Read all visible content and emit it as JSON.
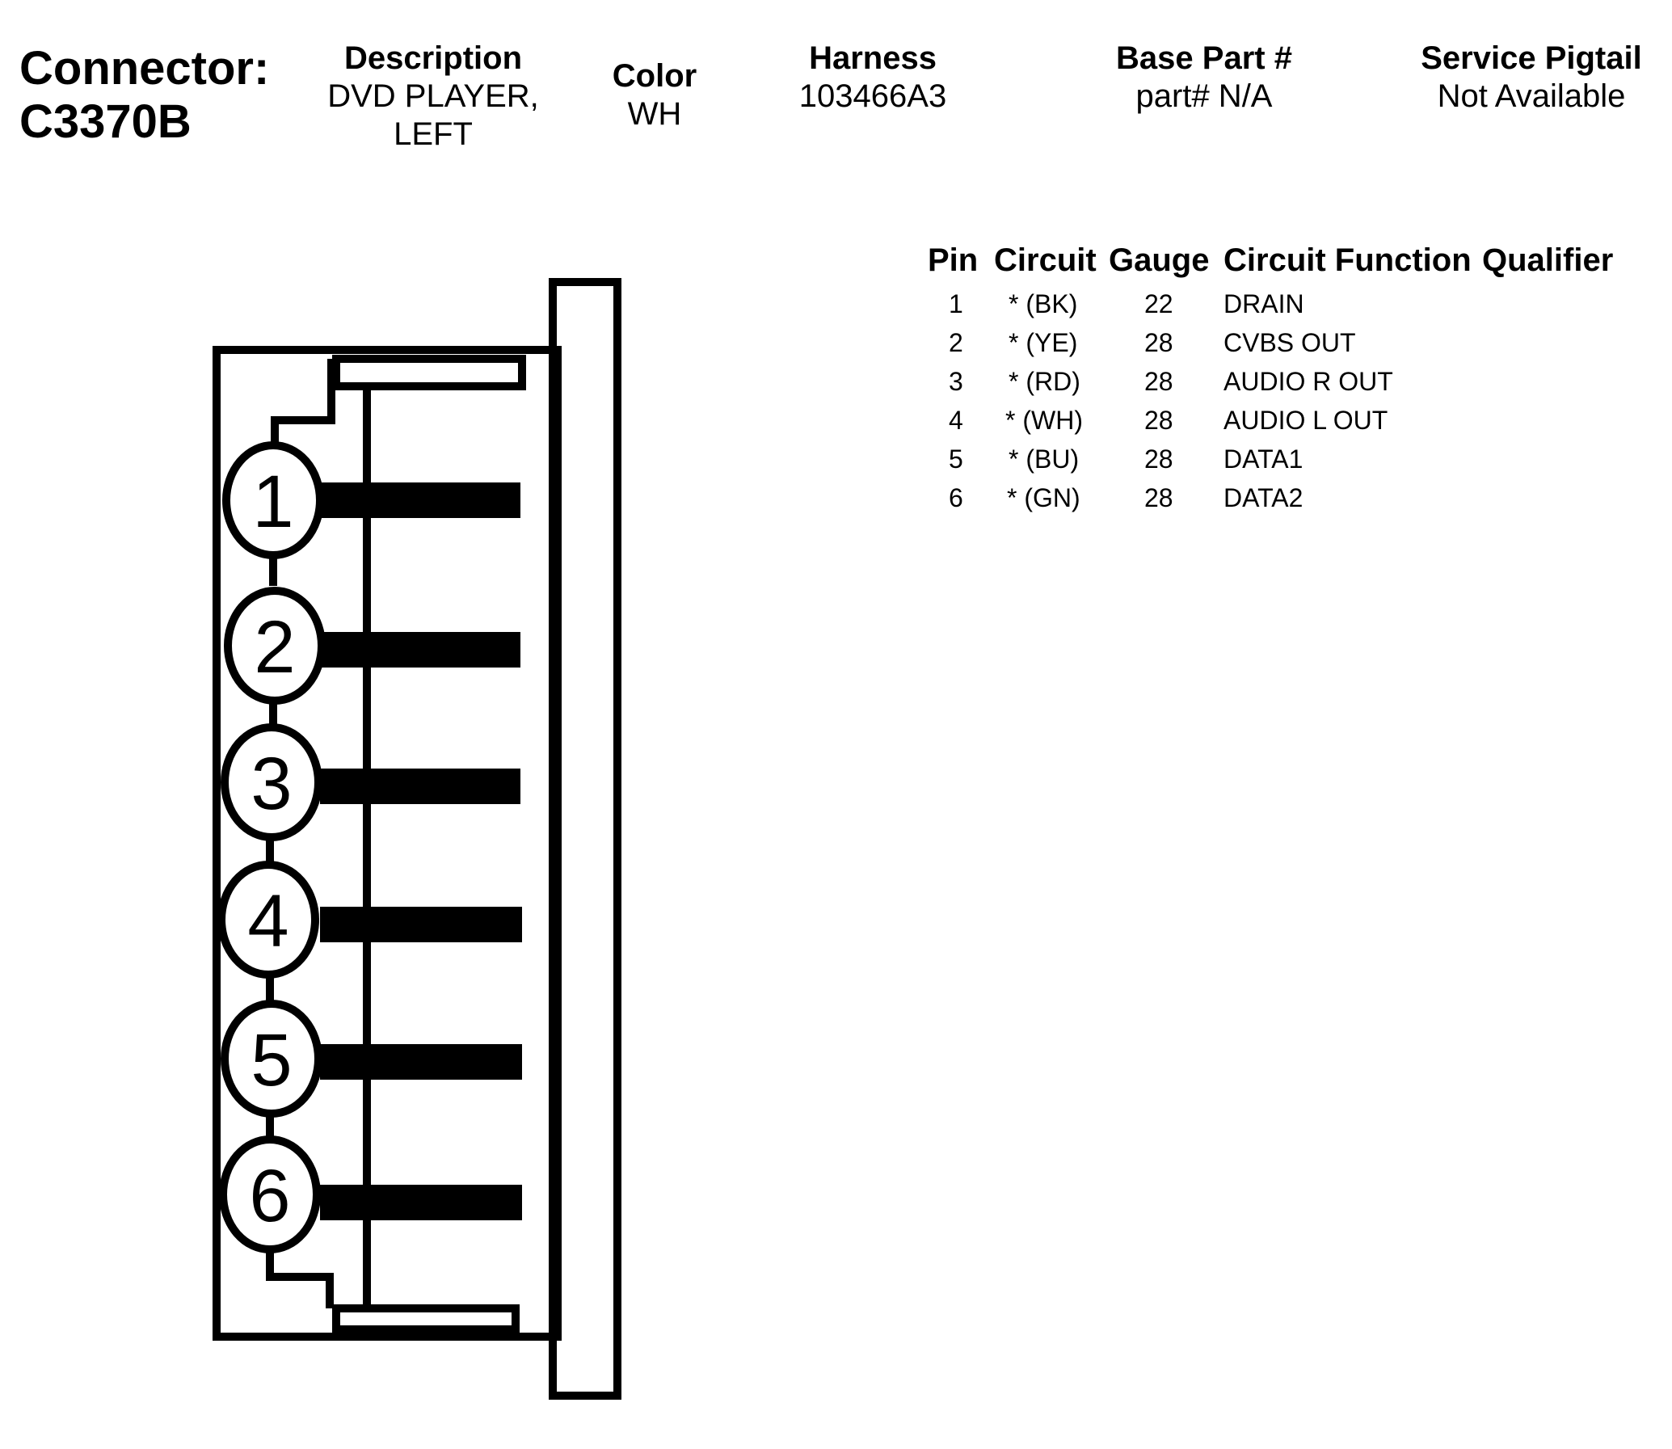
{
  "connector": {
    "label": "Connector:",
    "id": "C3370B"
  },
  "header": {
    "description_label": "Description",
    "description_value": "DVD PLAYER,\nLEFT",
    "color_label": "Color",
    "color_value": "WH",
    "harness_label": "Harness",
    "harness_value": "103466A3",
    "base_part_label": "Base Part #",
    "base_part_value": "part# N/A",
    "service_pigtail_label": "Service Pigtail",
    "service_pigtail_value": "Not Available"
  },
  "pin_table": {
    "columns": [
      "Pin",
      "Circuit",
      "Gauge",
      "Circuit Function",
      "Qualifier"
    ],
    "rows": [
      {
        "pin": "1",
        "circuit": "* (BK)",
        "gauge": "22",
        "function": "DRAIN"
      },
      {
        "pin": "2",
        "circuit": "* (YE)",
        "gauge": "28",
        "function": "CVBS OUT"
      },
      {
        "pin": "3",
        "circuit": "* (RD)",
        "gauge": "28",
        "function": "AUDIO R OUT"
      },
      {
        "pin": "4",
        "circuit": "* (WH)",
        "gauge": "28",
        "function": "AUDIO L OUT"
      },
      {
        "pin": "5",
        "circuit": "* (BU)",
        "gauge": "28",
        "function": "DATA1"
      },
      {
        "pin": "6",
        "circuit": "* (GN)",
        "gauge": "28",
        "function": "DATA2"
      }
    ]
  },
  "diagram": {
    "pins": [
      "1",
      "2",
      "3",
      "4",
      "5",
      "6"
    ]
  }
}
